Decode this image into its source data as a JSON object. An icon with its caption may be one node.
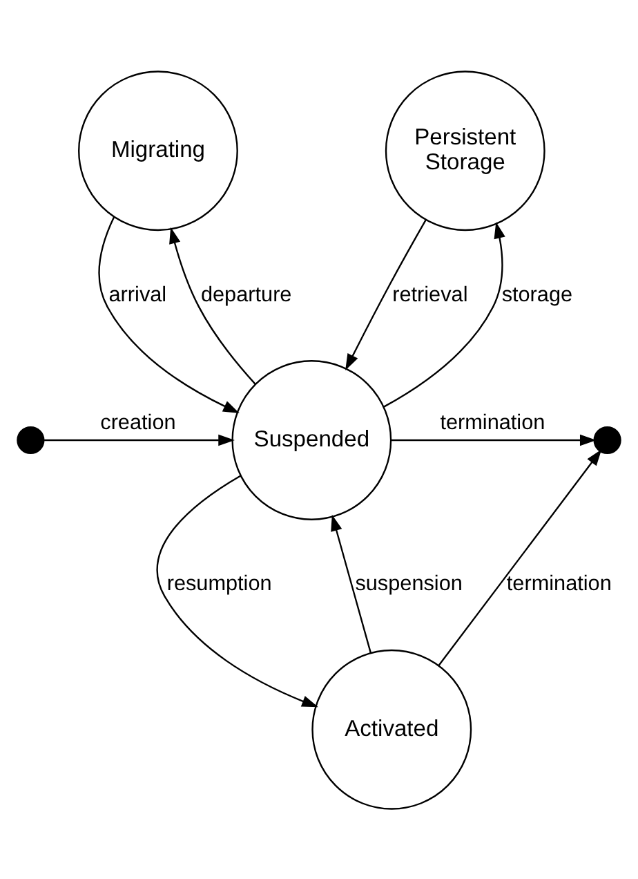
{
  "diagram": {
    "nodes": [
      {
        "text": [
          "Migrating"
        ]
      },
      {
        "text": [
          "Persistent Storage"
        ]
      },
      {
        "text": [],
        "shape": "circle"
      },
      {
        "text": [
          "Suspended"
        ]
      },
      {
        "text": [],
        "shape": "circle"
      },
      {
        "text": [
          "Activated"
        ]
      }
    ],
    "edges": [
      {
        "from": 3,
        "to": 0,
        "arrow": "to",
        "label": "departure"
      },
      {
        "from": 0,
        "to": 3,
        "arrow": "to",
        "label": "arrival"
      },
      {
        "from": 3,
        "to": 1,
        "arrow": "to",
        "label": "storage"
      },
      {
        "from": 1,
        "to": 3,
        "arrow": "to",
        "label": "retrieval"
      },
      {
        "from": 2,
        "to": 3,
        "arrow": "to",
        "label": "creation"
      },
      {
        "from": 3,
        "to": 4,
        "arrow": "to",
        "label": "termination"
      },
      {
        "from": 3,
        "to": 5,
        "arrow": "to",
        "label": "resumption"
      },
      {
        "from": 5,
        "to": 3,
        "arrow": "to",
        "label": "suspension"
      },
      {
        "from": 5,
        "to": 4,
        "arrow": "to",
        "label": "termination"
      }
    ]
  }
}
